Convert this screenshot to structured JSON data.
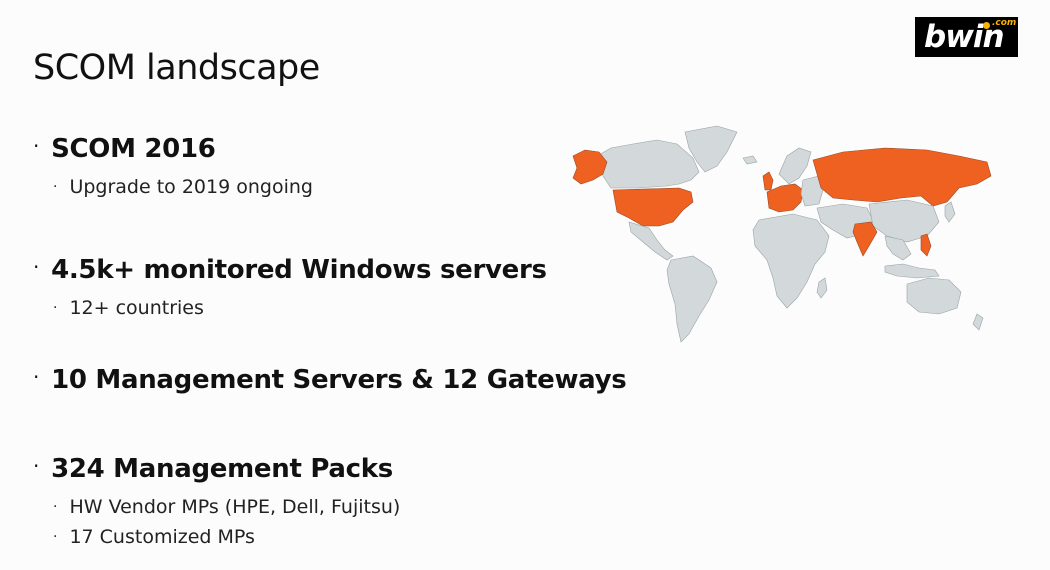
{
  "slide": {
    "title": "SCOM landscape",
    "logo": {
      "word": "bwin",
      "suffix": ".com"
    },
    "bullets": [
      {
        "text": "SCOM 2016",
        "sub": [
          "Upgrade to 2019 ongoing"
        ]
      },
      {
        "text": "4.5k+ monitored Windows servers",
        "sub": [
          "12+ countries"
        ]
      },
      {
        "text": "10 Management Servers & 12 Gateways",
        "sub": []
      },
      {
        "text": "324 Management Packs",
        "sub": [
          "HW Vendor MPs (HPE, Dell, Fujitsu)",
          "17 Customized MPs"
        ]
      }
    ],
    "bullet_glyph": "·",
    "colors": {
      "highlight": "#ee6121",
      "land": "#d3d9db",
      "logo_bg": "#000000",
      "logo_accent": "#f7b500"
    }
  }
}
